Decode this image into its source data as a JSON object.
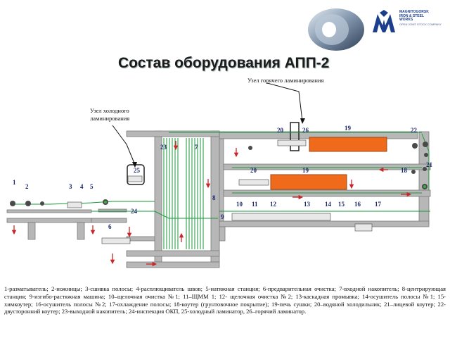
{
  "header": {
    "title": "Состав оборудования АПП-2",
    "logo": {
      "line1": "MAGNITOGORSK",
      "line2": "IRON & STEEL",
      "line3": "WORKS",
      "line4": "OPEN JOINT STOCK COMPANY"
    }
  },
  "callouts": {
    "hot": "Узел горячего ламинирования",
    "cold": "Узел холодного ламинирования"
  },
  "diagram_labels": {
    "n1": "1",
    "n2": "2",
    "n3": "3",
    "n4": "4",
    "n5": "5",
    "n6": "6",
    "n7": "7",
    "n8": "8",
    "n9": "9",
    "n10": "10",
    "n11": "11",
    "n12": "12",
    "n13": "13",
    "n14": "14",
    "n15": "15",
    "n16": "16",
    "n17": "17",
    "n18": "18",
    "n19a": "19",
    "n19b": "19",
    "n20a": "20",
    "n20b": "20",
    "n21": "21",
    "n22": "22",
    "n23": "23",
    "n24": "24",
    "n25": "25",
    "n26": "26"
  },
  "colors": {
    "frame": "#8c8c8c",
    "oven": "#f06a1c",
    "strip": "#1a9a3a",
    "arrow": "#c8262c",
    "label": "#1e2a6e",
    "logo": "#1c3f8c"
  },
  "legend": "1-разматыватель; 2-ножницы; 3-сшивка полосы; 4-расплющиватель швов; 5-натяжная станция; 6-предварительная очистка; 7-входной накопитель; 8-центрирующая станция; 9-изгибо-растяжная машина; 10–щелочная очистка №1; 11–ЩММ 1; 12- щелочная очистка №2; 13-каскадная промывка; 14-осушитель полосы №1; 15-химкоутер; 16-осушитель полосы №2; 17-охлаждение полосы; 18-коутер (грунтовочное покрытие); 19-печь сушки; 20–водяной холодильник; 21–лицевой коутер; 22-двусторонний коутер; 23-выходной накопитель; 24-инспекция ОКП, 25-холодный ламинатор, 26–горячий ламинатор."
}
